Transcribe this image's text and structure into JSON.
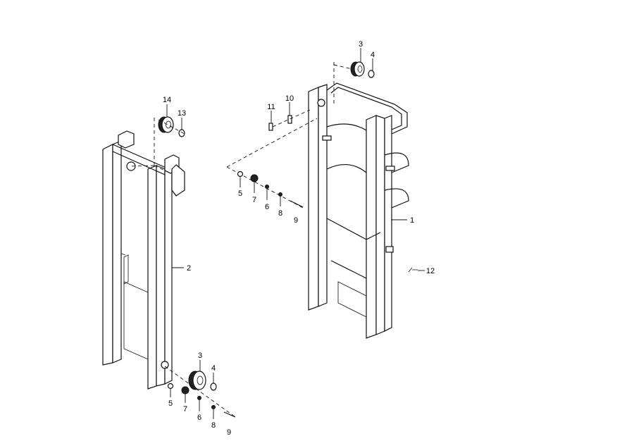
{
  "diagram": {
    "title": "Mast assembly exploded view",
    "callouts_right": [
      {
        "id": "r3",
        "text": "3"
      },
      {
        "id": "r4",
        "text": "4"
      },
      {
        "id": "r11",
        "text": "11"
      },
      {
        "id": "r10",
        "text": "10"
      },
      {
        "id": "r5",
        "text": "5"
      },
      {
        "id": "r7",
        "text": "7"
      },
      {
        "id": "r6",
        "text": "6"
      },
      {
        "id": "r8",
        "text": "8"
      },
      {
        "id": "r9",
        "text": "9"
      },
      {
        "id": "r1",
        "text": "1"
      },
      {
        "id": "r12",
        "text": "12"
      }
    ],
    "callouts_left": [
      {
        "id": "l14",
        "text": "14"
      },
      {
        "id": "l13",
        "text": "13"
      },
      {
        "id": "l2",
        "text": "2"
      },
      {
        "id": "l3",
        "text": "3"
      },
      {
        "id": "l4",
        "text": "4"
      },
      {
        "id": "l5",
        "text": "5"
      },
      {
        "id": "l7",
        "text": "7"
      },
      {
        "id": "l6",
        "text": "6"
      },
      {
        "id": "l8",
        "text": "8"
      },
      {
        "id": "l9",
        "text": "9"
      }
    ]
  }
}
